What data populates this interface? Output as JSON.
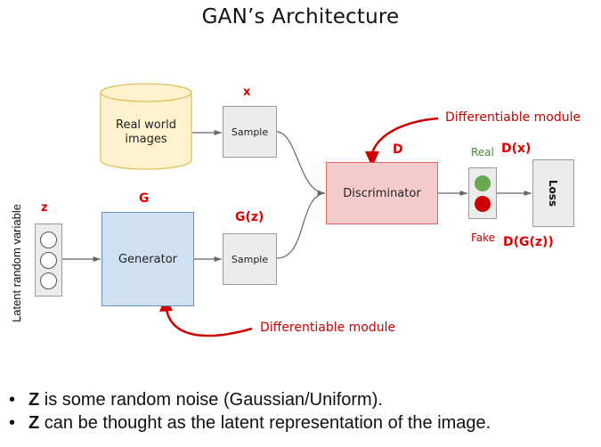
{
  "title": "GAN’s Architecture",
  "side_label": "Latent random variable",
  "labels": {
    "z": "z",
    "G": "G",
    "x": "x",
    "Gz": "G(z)",
    "D": "D",
    "Dx": "D(x)",
    "DGz": "D(G(z))",
    "real": "Real",
    "fake": "Fake"
  },
  "nodes": {
    "real_images": "Real world images",
    "sample_top": "Sample",
    "sample_bottom": "Sample",
    "generator": "Generator",
    "discriminator": "Discriminator",
    "loss": "Loss"
  },
  "annotations": {
    "top": "Differentiable module",
    "bottom": "Differentiable module"
  },
  "bullets": [
    {
      "bold": "Z",
      "text": " is some random noise (Gaussian/Uniform)."
    },
    {
      "bold": "Z",
      "text": " can be thought as the latent representation of the image."
    }
  ],
  "colors": {
    "red": "#e00000",
    "real_green": "#6aa84f",
    "fake_red": "#cc0000",
    "generator_fill": "#cfe0f2",
    "discriminator_fill": "#f4cccc",
    "database_fill": "#fff2cc"
  }
}
